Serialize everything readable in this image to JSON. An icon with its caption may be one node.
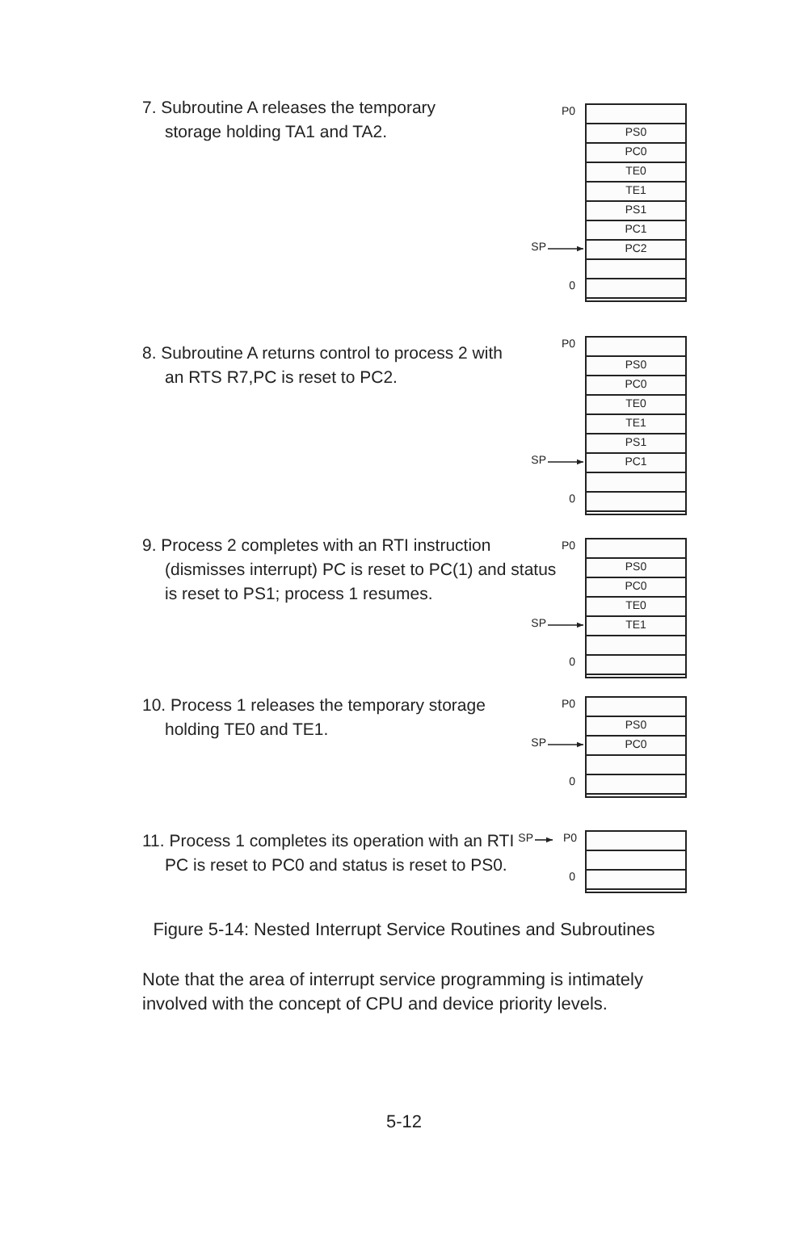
{
  "diagram": {
    "caption": "Figure 5-14: Nested Interrupt Service Routines and Subroutines",
    "nodes": [
      {
        "text": [],
        "shape": "box"
      },
      {
        "text": [],
        "shape": "box",
        "in": 0
      },
      {
        "text": [
          "PS0"
        ],
        "in": 0
      },
      {
        "text": [
          "PC0"
        ],
        "in": 0
      },
      {
        "text": [
          "TE0"
        ],
        "in": 0
      },
      {
        "text": [
          "TE1"
        ],
        "in": 0
      },
      {
        "text": [
          "PS1"
        ],
        "in": 0
      },
      {
        "text": [
          "PC1"
        ],
        "in": 0
      },
      {
        "text": [
          "PC2"
        ],
        "in": 0
      },
      {
        "text": [],
        "shape": "box",
        "in": 0
      },
      {
        "text": [],
        "shape": "box",
        "in": 0
      },
      {
        "text": [
          "SP"
        ]
      },
      {
        "text": [],
        "shape": "box"
      },
      {
        "text": [],
        "shape": "box",
        "in": 12
      },
      {
        "text": [
          "PS0"
        ],
        "in": 12
      },
      {
        "text": [
          "PC0"
        ],
        "in": 12
      },
      {
        "text": [
          "TE0"
        ],
        "in": 12
      },
      {
        "text": [
          "TE1"
        ],
        "in": 12
      },
      {
        "text": [
          "PS1"
        ],
        "in": 12
      },
      {
        "text": [
          "PC1"
        ],
        "in": 12
      },
      {
        "text": [],
        "shape": "box",
        "in": 12
      },
      {
        "text": [],
        "shape": "box",
        "in": 12
      },
      {
        "text": [
          "SP"
        ]
      },
      {
        "text": [],
        "shape": "box"
      },
      {
        "text": [],
        "shape": "box",
        "in": 23
      },
      {
        "text": [
          "PS0"
        ],
        "in": 23
      },
      {
        "text": [
          "PC0"
        ],
        "in": 23
      },
      {
        "text": [
          "TE0"
        ],
        "in": 23
      },
      {
        "text": [
          "TE1"
        ],
        "in": 23
      },
      {
        "text": [],
        "shape": "box",
        "in": 23
      },
      {
        "text": [],
        "shape": "box",
        "in": 23
      },
      {
        "text": [
          "SP"
        ]
      },
      {
        "text": [],
        "shape": "box"
      },
      {
        "text": [],
        "shape": "box",
        "in": 32
      },
      {
        "text": [
          "PS0"
        ],
        "in": 32
      },
      {
        "text": [
          "PC0"
        ],
        "in": 32
      },
      {
        "text": [],
        "shape": "box",
        "in": 32
      },
      {
        "text": [],
        "shape": "box",
        "in": 32
      },
      {
        "text": [
          "SP"
        ]
      },
      {
        "text": [],
        "shape": "box"
      },
      {
        "text": [],
        "shape": "box",
        "in": 39
      },
      {
        "text": [],
        "shape": "box",
        "in": 39
      },
      {
        "text": [],
        "shape": "box",
        "in": 39
      },
      {
        "text": [
          "SP"
        ]
      },
      {
        "text": [
          "P0"
        ]
      }
    ],
    "edges": [
      {
        "from": 11,
        "to": 8,
        "arrow": "to"
      },
      {
        "from": 22,
        "to": 19,
        "arrow": "to"
      },
      {
        "from": 31,
        "to": 28,
        "arrow": "to"
      },
      {
        "from": 38,
        "to": 35,
        "arrow": "to"
      },
      {
        "from": 43,
        "to": 44,
        "arrow": "to"
      }
    ],
    "labels": [
      "7. Subroutine A releases the temporary storage holding TA1 and TA2.",
      "P0",
      "0",
      "8. Subroutine A returns control to process 2 with an RTS R7,PC is reset to PC2.",
      "P0",
      "0",
      "9. Process 2 completes with an RTI instruction (dismisses interrupt) PC is reset to PC(1) and status is reset to PS1; process 1 resumes.",
      "P0",
      "0",
      "10. Process 1 releases the temporary storage holding TE0 and TE1.",
      "P0",
      "0",
      "11. Process 1 completes its operation with an RTI PC is reset to PC0 and status is reset to PS0.",
      "0",
      "Note that the area of interrupt service programming is intimately involved with the concept of CPU and device priority levels.",
      "5-12"
    ]
  }
}
